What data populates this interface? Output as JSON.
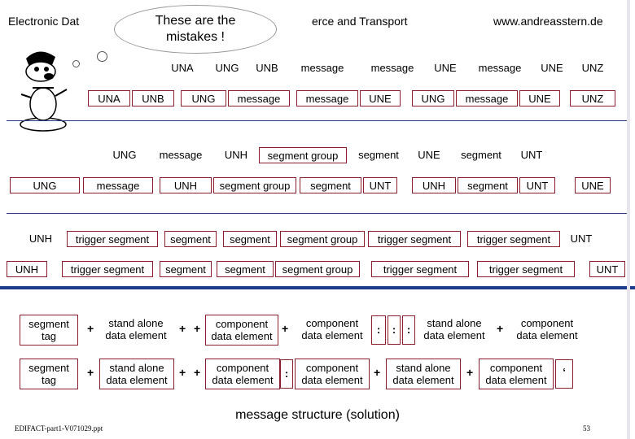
{
  "header": {
    "left": "Electronic Dat",
    "middle": "erce and Transport",
    "url": "www.andreasstern.de",
    "bubble_line1": "These are the",
    "bubble_line2": "mistakes !"
  },
  "rows": {
    "r1": [
      "UNA",
      "UNG",
      "UNB",
      "message",
      "message",
      "UNE",
      "message",
      "UNE",
      "UNZ"
    ],
    "r2": [
      "UNA",
      "UNB",
      "UNG",
      "message",
      "message",
      "UNE",
      "UNG",
      "message",
      "UNE",
      "UNZ"
    ],
    "r3": [
      "UNG",
      "message",
      "UNH",
      "segment group",
      "segment",
      "UNE",
      "segment",
      "UNT"
    ],
    "r4": [
      "UNG",
      "message",
      "UNH",
      "segment group",
      "segment",
      "UNT",
      "UNH",
      "segment",
      "UNT",
      "UNE"
    ],
    "r5": [
      "UNH",
      "trigger segment",
      "segment",
      "segment",
      "segment group",
      "trigger segment",
      "trigger segment",
      "UNT"
    ],
    "r6": [
      "UNH",
      "trigger segment",
      "segment",
      "segment",
      "segment group",
      "trigger segment",
      "trigger segment",
      "UNT"
    ]
  },
  "seg_rows": {
    "a": {
      "tag_l1": "segment",
      "tag_l2": "tag",
      "sa1_l1": "stand alone",
      "sa1_l2": "data element",
      "c1_l1": "component",
      "c1_l2": "data element",
      "c2_l1": "component",
      "c2_l2": "data element",
      "sa2_l1": "stand alone",
      "sa2_l2": "data element",
      "c3_l1": "component",
      "c3_l2": "data element"
    },
    "b": {
      "tag_l1": "segment",
      "tag_l2": "tag",
      "sa1_l1": "stand alone",
      "sa1_l2": "data element",
      "c1_l1": "component",
      "c1_l2": "data element",
      "c2_l1": "component",
      "c2_l2": "data element",
      "sa2_l1": "stand alone",
      "sa2_l2": "data element",
      "c3_l1": "component",
      "c3_l2": "data element"
    }
  },
  "symbols": {
    "plus": "+",
    "colon": ":",
    "quote": "‘"
  },
  "caption": "message structure (solution)",
  "footer": {
    "file": "EDIFACT-part1-V071029.ppt",
    "page": "53"
  },
  "colors": {
    "box_border": "#8a1c2c",
    "separator": "#1e3a8a"
  }
}
